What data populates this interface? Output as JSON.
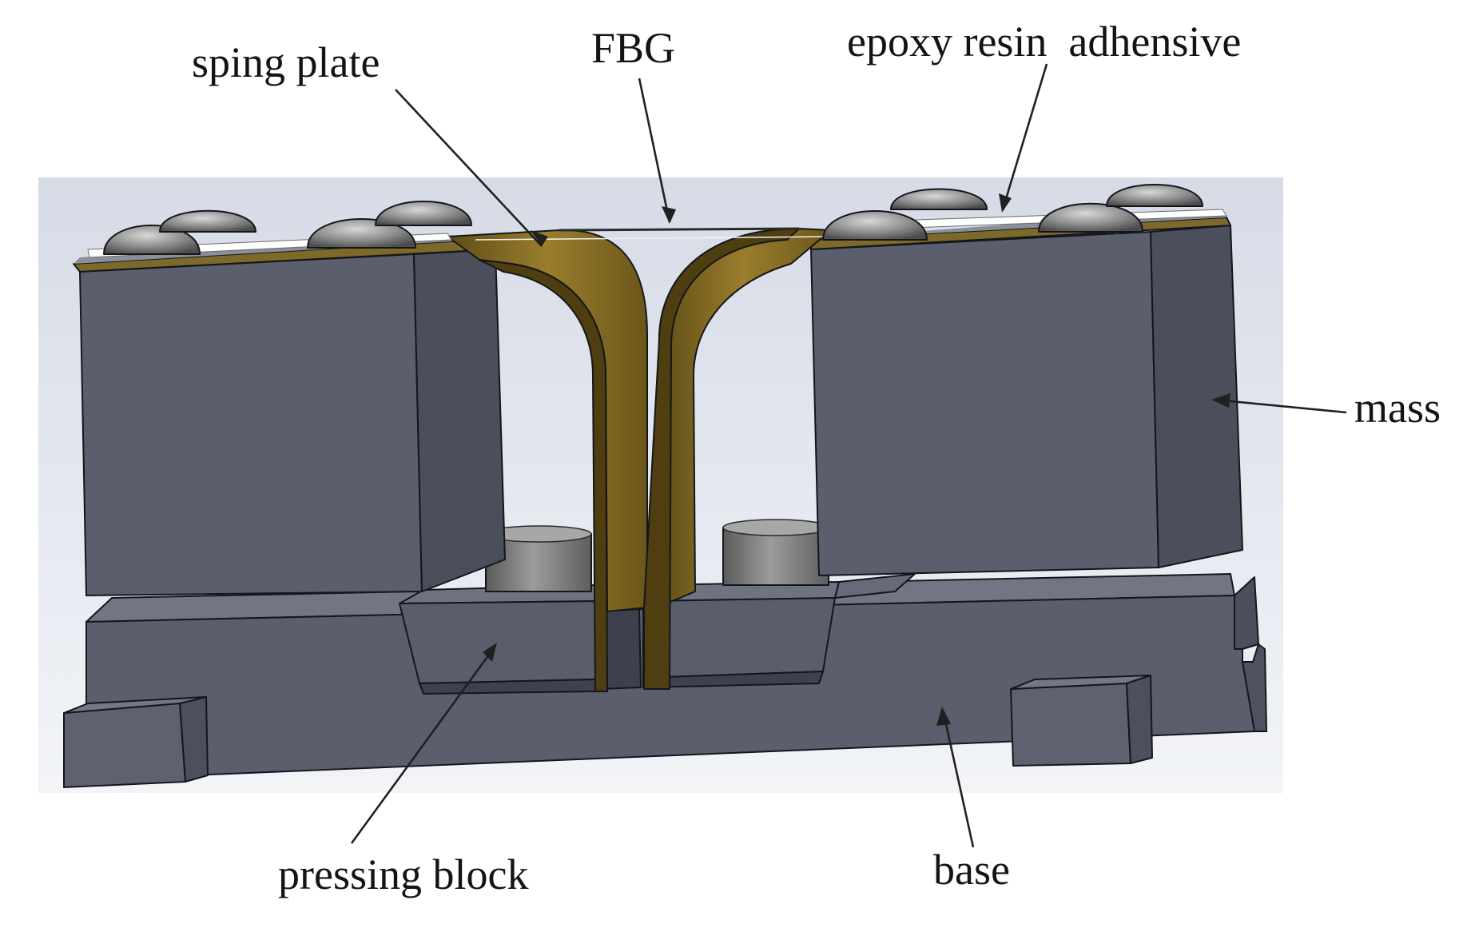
{
  "figure": {
    "labels": {
      "spring_plate": "sping plate",
      "fbg": "FBG",
      "epoxy": "epoxy resin  adhensive",
      "mass": "mass",
      "pressing_block": "pressing block",
      "base": "base"
    },
    "colors": {
      "background": "#ffffff",
      "render_backdrop": "#dfe3ec",
      "steel_front": "#5b5e6c",
      "steel_side": "#4a4d5a",
      "steel_top": "#707482",
      "spring_plate": "#7a6420",
      "spring_plate_light": "#9a7e2c",
      "screw": "#8c8c8c",
      "label_text": "#141414"
    }
  }
}
